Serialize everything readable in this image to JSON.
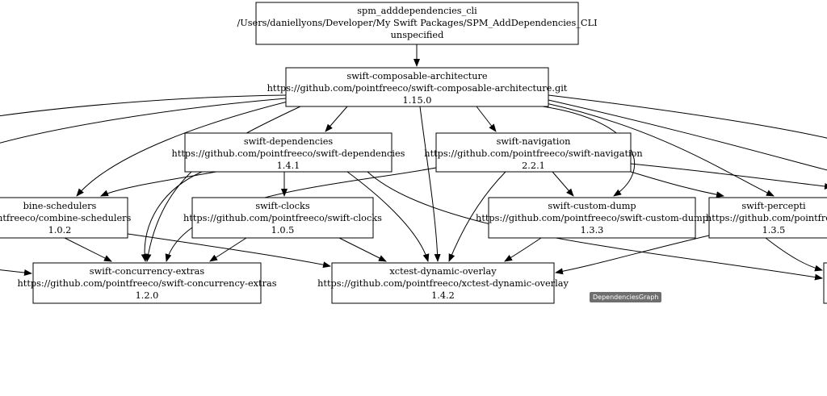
{
  "graph_title": "DependenciesGraph",
  "nodes": [
    {
      "id": "root",
      "name": "spm_adddependencies_cli",
      "url": "/Users/daniellyons/Developer/My Swift Packages/SPM_AddDependencies_CLI",
      "version": "unspecified"
    },
    {
      "id": "tca",
      "name": "swift-composable-architecture",
      "url": "https://github.com/pointfreeco/swift-composable-architecture.git",
      "version": "1.15.0"
    },
    {
      "id": "deps",
      "name": "swift-dependencies",
      "url": "https://github.com/pointfreeco/swift-dependencies",
      "version": "1.4.1"
    },
    {
      "id": "nav",
      "name": "swift-navigation",
      "url": "https://github.com/pointfreeco/swift-navigation",
      "version": "2.2.1"
    },
    {
      "id": "combine",
      "name": "bine-schedulers",
      "url": "ointfreeco/combine-schedulers",
      "version": "1.0.2"
    },
    {
      "id": "clocks",
      "name": "swift-clocks",
      "url": "https://github.com/pointfreeco/swift-clocks",
      "version": "1.0.5"
    },
    {
      "id": "dump",
      "name": "swift-custom-dump",
      "url": "https://github.com/pointfreeco/swift-custom-dump",
      "version": "1.3.3"
    },
    {
      "id": "percept",
      "name": "swift-percepti",
      "url": "https://github.com/pointfreec",
      "version": "1.3.5"
    },
    {
      "id": "concurrency",
      "name": "swift-concurrency-extras",
      "url": "https://github.com/pointfreeco/swift-concurrency-extras",
      "version": "1.2.0"
    },
    {
      "id": "xctest",
      "name": "xctest-dynamic-overlay",
      "url": "https://github.com/pointfreeco/xctest-dynamic-overlay",
      "version": "1.4.2"
    },
    {
      "id": "offscreen",
      "name": "",
      "url": "",
      "version": ""
    }
  ],
  "edges": [
    [
      "root",
      "tca"
    ],
    [
      "tca",
      "deps"
    ],
    [
      "tca",
      "nav"
    ],
    [
      "tca",
      "combine"
    ],
    [
      "tca",
      "xctest"
    ],
    [
      "tca",
      "dump"
    ],
    [
      "tca",
      "percept"
    ],
    [
      "tca",
      "concurrency"
    ],
    [
      "tca",
      "offscreen"
    ],
    [
      "deps",
      "combine"
    ],
    [
      "deps",
      "clocks"
    ],
    [
      "deps",
      "concurrency"
    ],
    [
      "deps",
      "xctest"
    ],
    [
      "deps",
      "offscreen"
    ],
    [
      "nav",
      "dump"
    ],
    [
      "nav",
      "xctest"
    ],
    [
      "nav",
      "concurrency"
    ],
    [
      "nav",
      "percept"
    ],
    [
      "nav",
      "offscreen"
    ],
    [
      "combine",
      "concurrency"
    ],
    [
      "combine",
      "xctest"
    ],
    [
      "clocks",
      "concurrency"
    ],
    [
      "clocks",
      "xctest"
    ],
    [
      "dump",
      "xctest"
    ],
    [
      "percept",
      "xctest"
    ]
  ]
}
